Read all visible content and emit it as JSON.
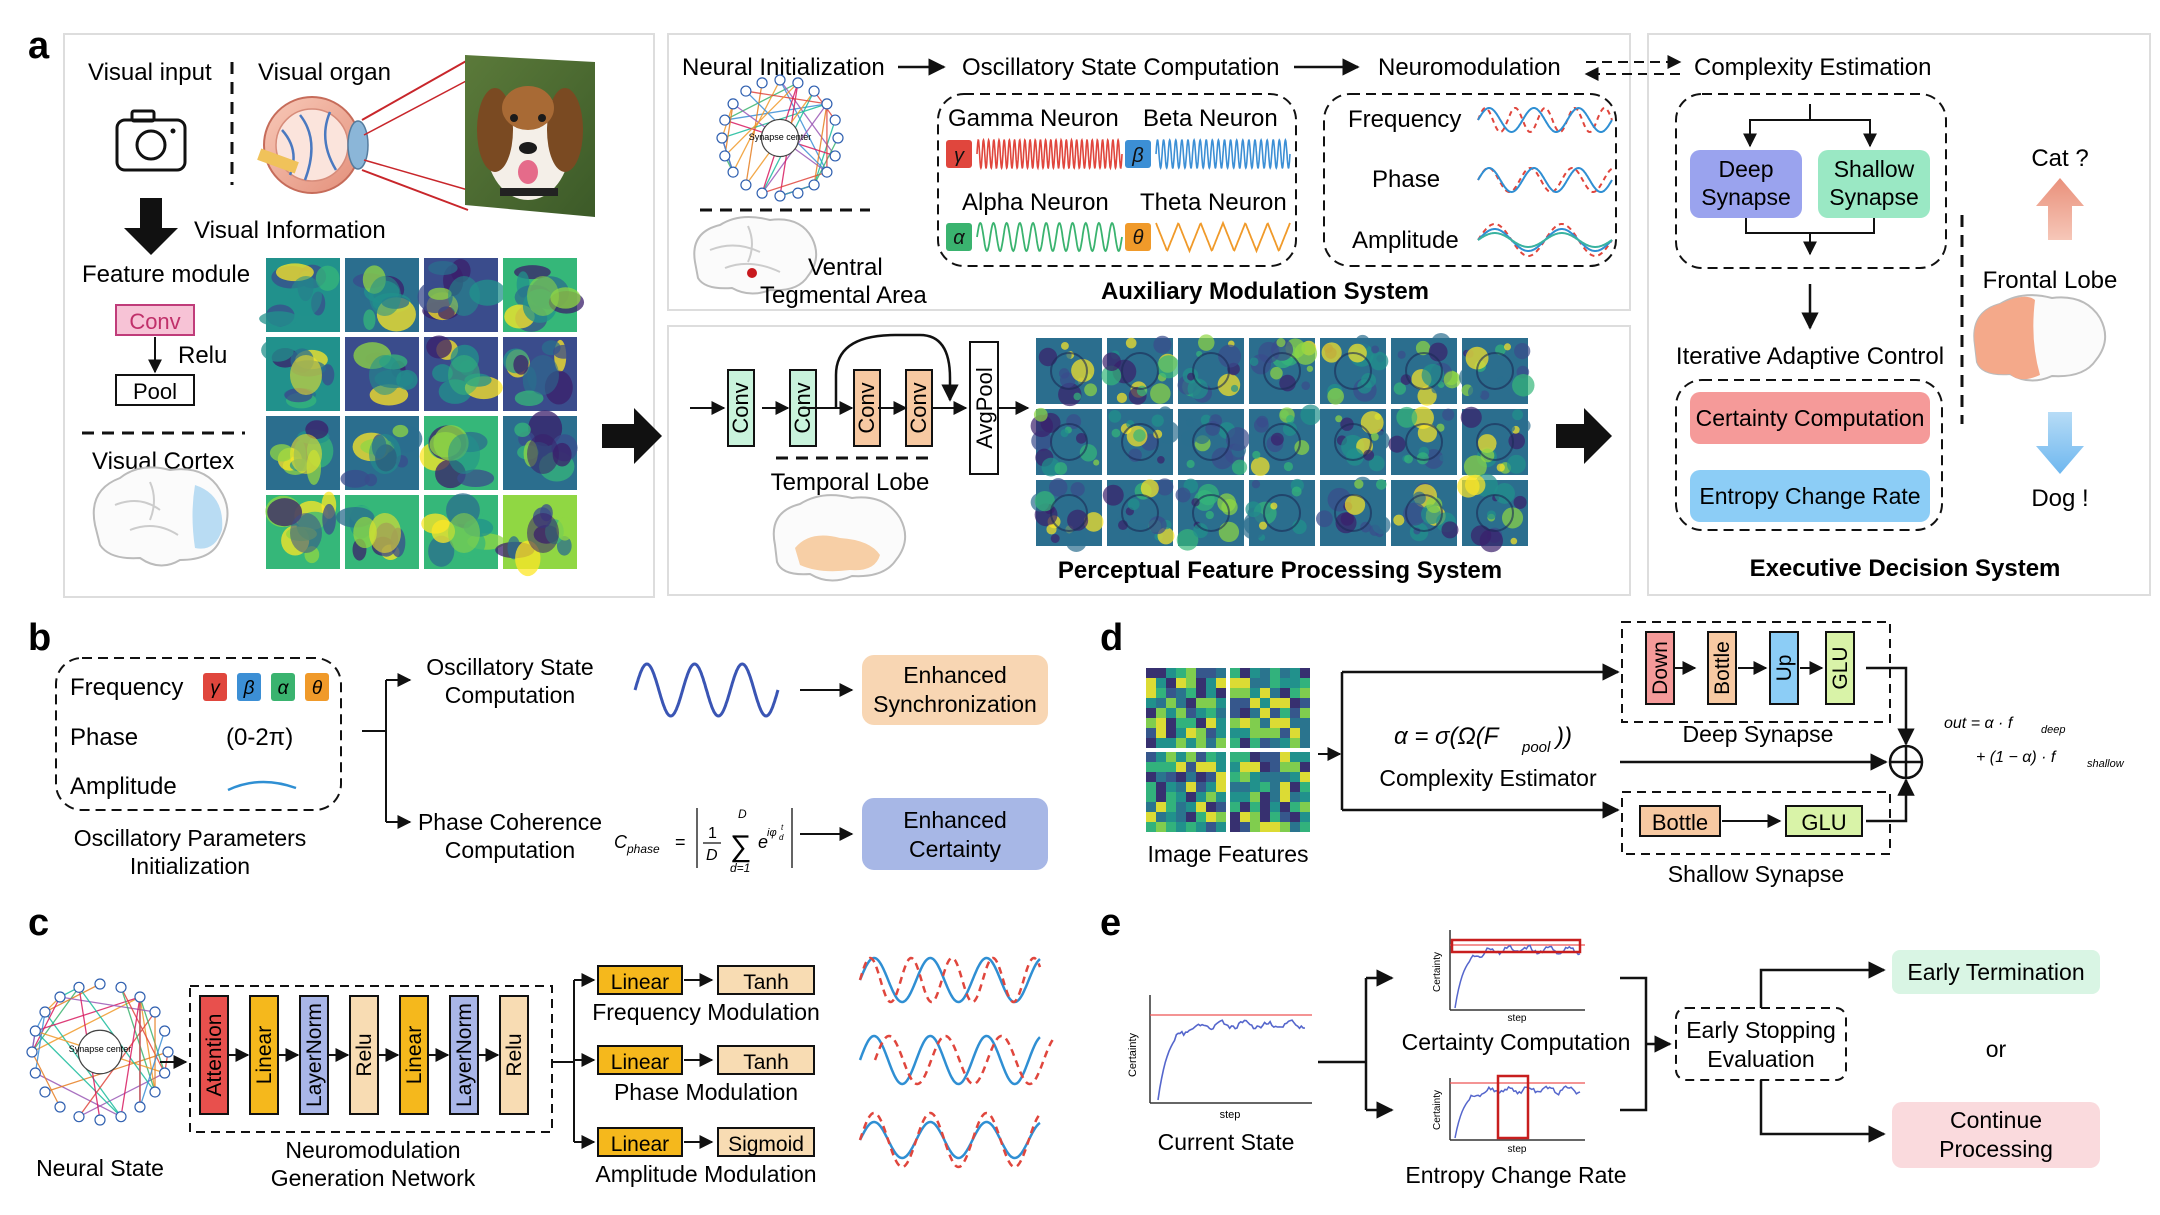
{
  "panel_letters": {
    "a": "a",
    "b": "b",
    "c": "c",
    "d": "d",
    "e": "e"
  },
  "panel_a": {
    "visual_input": "Visual input",
    "visual_organ": "Visual organ",
    "visual_information": "Visual Information",
    "feature_module": "Feature module",
    "conv": "Conv",
    "relu": "Relu",
    "pool": "Pool",
    "visual_cortex": "Visual Cortex",
    "neural_init": "Neural Initialization",
    "oscillatory_state": "Oscillatory State Computation",
    "neuromodulation": "Neuromodulation",
    "complexity_estimation": "Complexity Estimation",
    "synapse_center": "Synapse center",
    "gamma_neuron": "Gamma Neuron",
    "beta_neuron": "Beta Neuron",
    "alpha_neuron": "Alpha Neuron",
    "theta_neuron": "Theta Neuron",
    "gamma_symbol": "γ",
    "beta_symbol": "β",
    "alpha_symbol": "α",
    "theta_symbol": "θ",
    "frequency": "Frequency",
    "phase": "Phase",
    "amplitude": "Amplitude",
    "ventral": "Ventral",
    "tegmental_area": "Tegmental Area",
    "auxiliary_modulation_system": "Auxiliary Modulation System",
    "conv_blocks": [
      "Conv",
      "Conv",
      "Conv",
      "Conv"
    ],
    "avgpool": "AvgPool",
    "temporal_lobe": "Temporal Lobe",
    "perceptual_feature_processing_system": "Perceptual Feature Processing System",
    "deep_synapse_line1": "Deep",
    "deep_synapse_line2": "Synapse",
    "shallow_synapse_line1": "Shallow",
    "shallow_synapse_line2": "Synapse",
    "iterative_adaptive_control": "Iterative Adaptive Control",
    "certainty_computation": "Certainty Computation",
    "entropy_change_rate": "Entropy Change Rate",
    "cat": "Cat ?",
    "frontal_lobe": "Frontal Lobe",
    "dog": "Dog !",
    "executive_decision_system": "Executive Decision System"
  },
  "panel_b": {
    "frequency": "Frequency",
    "phase": "Phase",
    "phase_range": "(0-2π)",
    "amplitude": "Amplitude",
    "init_line1": "Oscillatory Parameters",
    "init_line2": "Initialization",
    "osc_line1": "Oscillatory State",
    "osc_line2": "Computation",
    "phase_coh_line1": "Phase Coherence",
    "phase_coh_line2": "Computation",
    "enh_sync_line1": "Enhanced",
    "enh_sync_line2": "Synchronization",
    "enh_cert_line1": "Enhanced",
    "enh_cert_line2": "Certainty",
    "formula_lhs": "C",
    "formula_sub": "phase",
    "formula_eq": "=",
    "formula_frac_num": "1",
    "formula_frac_den": "D",
    "formula_sum_top": "D",
    "formula_sum_bottom": "d=1",
    "formula_exp": "e",
    "formula_exp_sup": "iφ",
    "formula_exp_sub": "d",
    "formula_exp_t": "t"
  },
  "panel_c": {
    "synapse_center": "Synapse center",
    "neural_state": "Neural State",
    "network_blocks": [
      "Attention",
      "Linear",
      "LayerNorm",
      "Relu",
      "Linear",
      "LayerNorm",
      "Relu"
    ],
    "network_line1": "Neuromodulation",
    "network_line2": "Generation Network",
    "linear": "Linear",
    "tanh": "Tanh",
    "sigmoid": "Sigmoid",
    "frequency_modulation": "Frequency Modulation",
    "phase_modulation": "Phase Modulation",
    "amplitude_modulation": "Amplitude Modulation"
  },
  "panel_d": {
    "image_features": "Image Features",
    "alpha_formula": "α = σ(Ω(F",
    "alpha_formula_sub": "pool",
    "alpha_formula_end": "))",
    "complexity_estimator": "Complexity Estimator",
    "deep_blocks": [
      "Down",
      "Bottle",
      "Up",
      "GLU"
    ],
    "deep_synapse": "Deep Synapse",
    "bottle": "Bottle",
    "glu": "GLU",
    "shallow_synapse": "Shallow Synapse",
    "out_line1": "out = α · f",
    "out_line1_sub": "deep",
    "out_line2": "+ (1 − α) · f",
    "out_line2_sub": "shallow"
  },
  "panel_e": {
    "current_state": "Current State",
    "certainty_axis": "Certainty",
    "step_axis": "step",
    "certainty_computation": "Certainty Computation",
    "entropy_change_rate": "Entropy Change Rate",
    "early_stop_line1": "Early Stopping",
    "early_stop_line2": "Evaluation",
    "early_termination": "Early Termination",
    "or": "or",
    "continue_line1": "Continue",
    "continue_line2": "Processing"
  },
  "colors": {
    "conv_pink": "#f7c3d6",
    "conv_green": "#c9f3dc",
    "conv_orange": "#f7c9a2",
    "deep_synapse": "#9aa3ee",
    "shallow_synapse": "#9ae8c4",
    "certainty_red": "#f59a99",
    "entropy_blue": "#8ccdf6",
    "enhanced_sync": "#f8d6b3",
    "enhanced_cert": "#a7b7e6",
    "linear_orange": "#f5b81c",
    "attention_red": "#e8504d",
    "layernorm_blue": "#a9b6e8",
    "relu_beige": "#f8dcb3",
    "early_term_green": "#d9f5e4",
    "continue_pink": "#fadadd",
    "gamma": "#e0463d",
    "beta": "#3c8fd5",
    "alpha": "#3ab36f",
    "theta": "#f09a2a"
  },
  "icons": [
    "camera-icon",
    "eye-icon",
    "dog-photo",
    "brain-icon",
    "arrow-icon",
    "neuron-network-icon",
    "sum-circle-icon"
  ]
}
